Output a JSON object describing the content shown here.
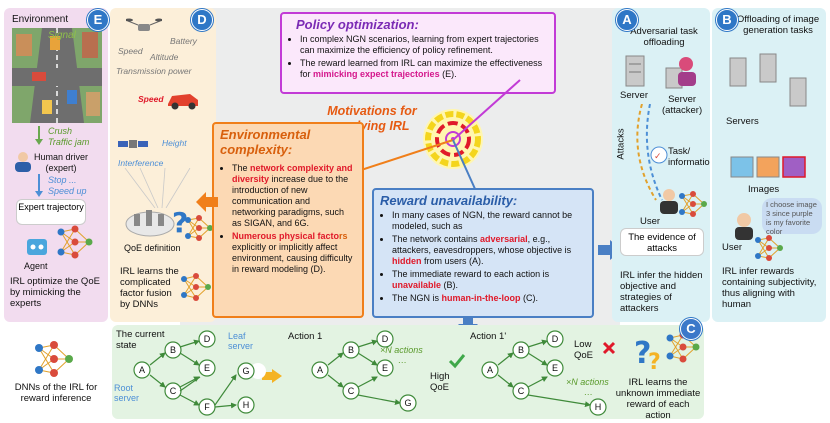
{
  "panel_e": {
    "badge": "E",
    "title": "Environment",
    "signal": "Signal",
    "crush": "Crush",
    "traffic_jam": "Traffic jam",
    "human_driver": "Human driver",
    "expert_paren": "(expert)",
    "stop": "Stop ...",
    "speed_up": "Speed up",
    "expert_trajectory": "Expert trajectory",
    "agent": "Agent",
    "caption": "IRL optimize the QoE by mimicking the experts"
  },
  "panel_d": {
    "badge": "D",
    "speed": "Speed",
    "altitude": "Altitude",
    "battery": "Battery",
    "transmission_power": "Transmission power",
    "speed2": "Speed",
    "height": "Height",
    "interference": "Interference",
    "qoe_definition": "QoE definition",
    "caption": "IRL learns the complicated factor fusion by DNNs"
  },
  "policy": {
    "title": "Policy optimization:",
    "b1": "In complex NGN scenarios, learning from expert trajectories can maximize the efficiency of policy refinement.",
    "b2_pre": "The reward learned from IRL can maximize the effectiveness for ",
    "b2_em": "mimicking expect trajectories",
    "b2_post": " (E)."
  },
  "motivation": "Motivations for applying IRL",
  "env_complexity": {
    "title": "Environmental complexity:",
    "b1_pre": "The ",
    "b1_em": "network complexity and diversity",
    "b1_post": " increase due to the introduction of new communication and networking paradigms, such as SIGAN, and 6G.",
    "b2_em1": "Numerous physical facto",
    "b2_em2": "rs",
    "b2_post": " explicitly or implicitly affect environment, causing difficulty in reward modeling (D)."
  },
  "reward_unavail": {
    "title": "Reward unavailability:",
    "b1": "In many cases of NGN, the reward cannot be modeled, such as",
    "b2_pre": "The network contains ",
    "b2_em1": "adversarial",
    "b2_mid": ", e.g., attackers, eavesdroppers, whose objective is ",
    "b2_em2": "hidden",
    "b2_post": " from users (A).",
    "b3_pre": "The immediate reward to each action is ",
    "b3_em": "unavailable",
    "b3_post": " (B).",
    "b4_pre": "The NGN is ",
    "b4_em": "human-in-the-loop",
    "b4_post": " (C)."
  },
  "panel_a": {
    "badge": "A",
    "title": "Adversarial task offloading",
    "server": "Server",
    "server_attacker": "Server",
    "attacker_paren": "(attacker)",
    "attacks": "Attacks",
    "task_info": "Task/ information",
    "user": "User",
    "evidence": "The evidence of attacks",
    "caption": "IRL infer the hidden objective and strategies of attackers"
  },
  "panel_b": {
    "badge": "B",
    "title": "Offloading of image generation tasks",
    "servers": "Servers",
    "images": "Images",
    "user": "User",
    "bubble": "I choose image 3 since purple is my favorite color",
    "caption": "IRL infer rewards containing subjectivity, thus aligning with human"
  },
  "panel_c": {
    "badge": "C",
    "current_state": "The current state",
    "leaf_server": "Leaf server",
    "root_server": "Root server",
    "action1": "Action 1",
    "action1p": "Action 1'",
    "n_actions": "×N actions",
    "n_actions2": "×N actions",
    "dots": "…",
    "high_qoe": "High QoE",
    "low_qoe": "Low QoE",
    "caption": "IRL learns the unknown immediate reward of each action",
    "node_a": "A",
    "node_b": "B",
    "node_c": "C",
    "node_d": "D",
    "node_e": "E",
    "node_f": "F",
    "node_g": "G",
    "node_h": "H"
  },
  "legend": {
    "caption": "DNNs of the IRL for reward inference"
  },
  "colors": {
    "panel_e_bg": "#f2dcef",
    "panel_d_bg": "#fcefd9",
    "panel_a_bg": "#dbf1f5",
    "panel_b_bg": "#dbf1f5",
    "panel_c_bg": "#e3f3e2",
    "policy_border": "#c23bd6",
    "env_border": "#f07f1a",
    "reward_border": "#4a7fc4"
  }
}
